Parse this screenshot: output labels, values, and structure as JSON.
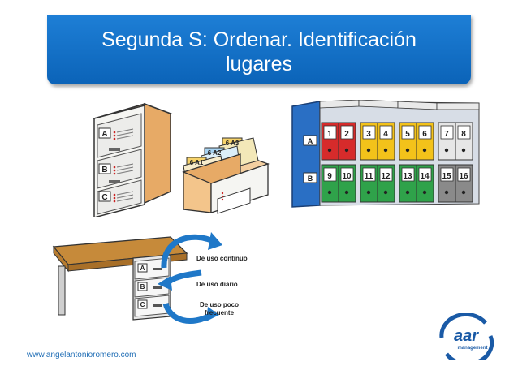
{
  "slide": {
    "title_line1": "Segunda S: Ordenar. Identificación",
    "title_line2": "lugares",
    "footer_url": "www.angelantonioromero.com",
    "logo_text": "aar",
    "logo_subtext": "management"
  },
  "cabinet": {
    "drawers": [
      "A",
      "B",
      "C"
    ]
  },
  "card_box": {
    "tabs": [
      "6 A3",
      "6 A2",
      "6 A1"
    ]
  },
  "binders": {
    "row_labels": [
      "A",
      "B"
    ],
    "top_numbers": [
      "1",
      "2",
      "3",
      "4",
      "5",
      "6",
      "7",
      "8"
    ],
    "bottom_numbers": [
      "9",
      "10",
      "11",
      "12",
      "13",
      "14",
      "15",
      "16"
    ]
  },
  "desk": {
    "drawers": [
      "A",
      "B",
      "C"
    ],
    "frequency_labels": [
      "De uso continuo",
      "De uso diario",
      "De uso poco",
      "frecuente"
    ]
  },
  "colors": {
    "title_bar": "#0b63b8",
    "footer": "#1f6db5",
    "logo": "#1a5aa6"
  }
}
